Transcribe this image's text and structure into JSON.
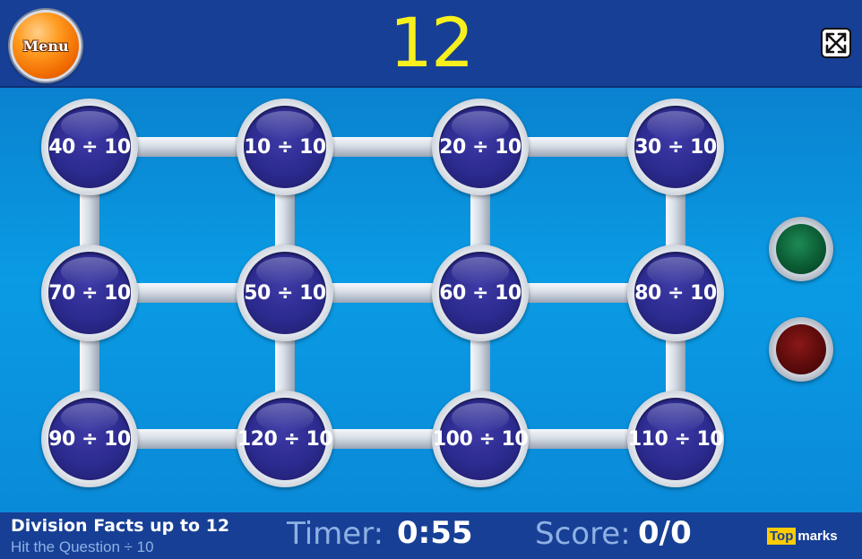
{
  "header": {
    "menu_label": "Menu",
    "target_number": "12",
    "fullscreen_icon": "fullscreen-arrows-icon"
  },
  "grid": {
    "rows": [
      [
        "40 ÷ 10",
        "10 ÷ 10",
        "20 ÷ 10",
        "30 ÷ 10"
      ],
      [
        "70 ÷ 10",
        "50 ÷ 10",
        "60 ÷ 10",
        "80 ÷ 10"
      ],
      [
        "90 ÷ 10",
        "120 ÷ 10",
        "100 ÷ 10",
        "110 ÷ 10"
      ]
    ]
  },
  "lights": {
    "green": {
      "icon": "green-light-icon",
      "color": "#0b5c34"
    },
    "red": {
      "icon": "red-light-icon",
      "color": "#5c0b0b"
    }
  },
  "footer": {
    "title": "Division Facts up to 12",
    "subtitle": "Hit the Question ÷ 10",
    "timer_label": "Timer:",
    "timer_value": "0:55",
    "score_label": "Score:",
    "score_value": "0/0",
    "logo_part1": "Top",
    "logo_part2": "marks"
  },
  "colors": {
    "bar": "#173f95",
    "board": "#0a9be4",
    "target_text": "#f7f01c",
    "node_face": "#2b2a8e",
    "menu_orange": "#ff9a1e"
  }
}
